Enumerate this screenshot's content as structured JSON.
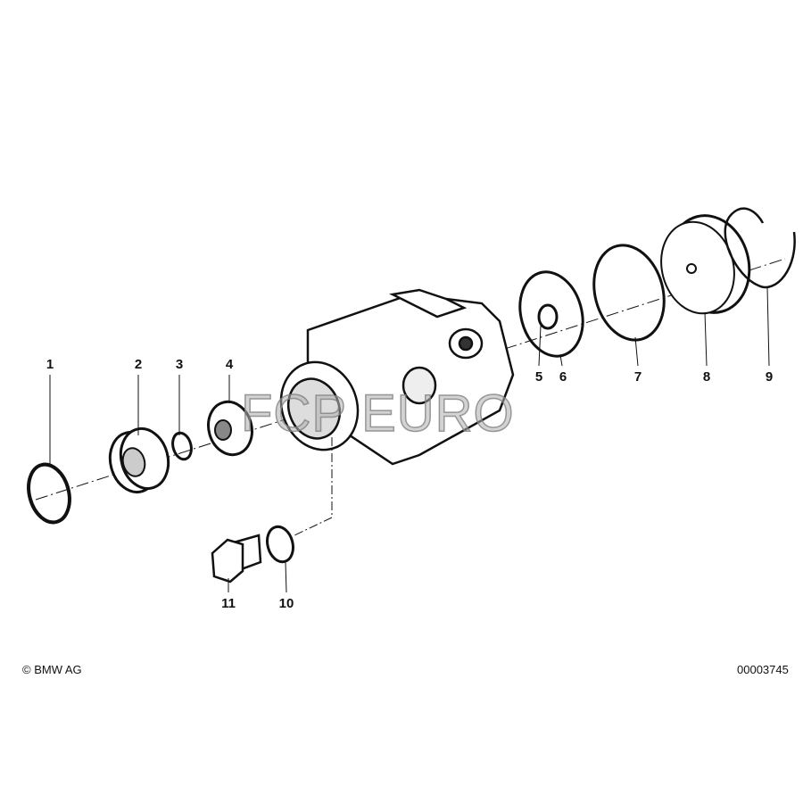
{
  "diagram": {
    "parts": [
      {
        "number": "1",
        "kind": "circlip"
      },
      {
        "number": "2",
        "kind": "bearing"
      },
      {
        "number": "3",
        "kind": "snap-ring"
      },
      {
        "number": "4",
        "kind": "shaft-seal"
      },
      {
        "number": "5",
        "kind": "small-ring"
      },
      {
        "number": "6",
        "kind": "gasket"
      },
      {
        "number": "7",
        "kind": "o-ring"
      },
      {
        "number": "8",
        "kind": "cover"
      },
      {
        "number": "9",
        "kind": "circlip"
      },
      {
        "number": "10",
        "kind": "sealing-ring"
      },
      {
        "number": "11",
        "kind": "screw-plug"
      }
    ],
    "copyright": "© BMW AG",
    "diagram_id": "00003745",
    "watermark": "FCP EURO"
  },
  "colors": {
    "ink": "#111111",
    "background": "#ffffff"
  }
}
